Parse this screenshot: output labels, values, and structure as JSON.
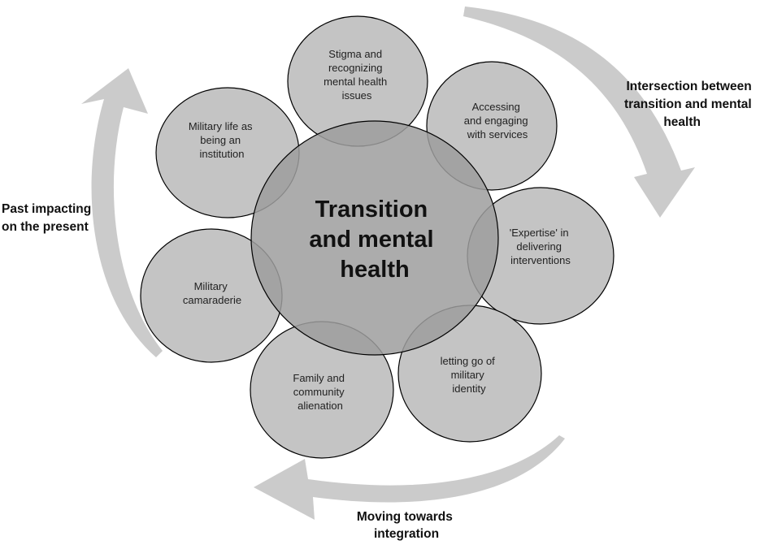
{
  "center": {
    "lines": [
      "Transition",
      "and mental",
      "health"
    ]
  },
  "themes": [
    {
      "id": "stigma",
      "lines": [
        "Stigma and",
        "recognizing",
        "mental health",
        "issues"
      ]
    },
    {
      "id": "accessing",
      "lines": [
        "Accessing",
        "and engaging",
        "with services"
      ]
    },
    {
      "id": "expertise",
      "lines": [
        "'Expertise' in",
        "delivering",
        "interventions"
      ]
    },
    {
      "id": "identity",
      "lines": [
        "letting go of",
        "military",
        "identity"
      ]
    },
    {
      "id": "family",
      "lines": [
        "Family and",
        "community",
        "alienation"
      ]
    },
    {
      "id": "camaraderie",
      "lines": [
        "Military",
        "camaraderie"
      ]
    },
    {
      "id": "institution",
      "lines": [
        "Military life as",
        "being an",
        "institution"
      ]
    }
  ],
  "arrows": [
    {
      "id": "intersection",
      "lines": [
        "Intersection between",
        "transition and mental",
        "health"
      ]
    },
    {
      "id": "integration",
      "lines": [
        "Moving towards",
        "integration"
      ]
    },
    {
      "id": "past",
      "lines": [
        "Past impacting",
        "on the present"
      ]
    }
  ],
  "colors": {
    "theme_fill": "#c4c4c4",
    "center_fill": "#9d9d9d",
    "arrow_fill": "#cbcbcb",
    "outline": "#000000"
  }
}
